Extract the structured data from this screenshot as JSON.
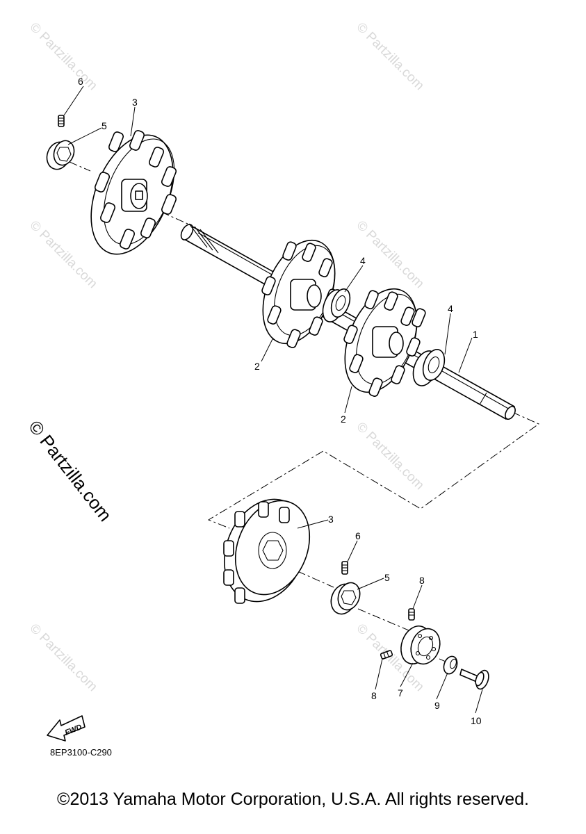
{
  "watermark": {
    "text": "© Partzilla.com",
    "color": "#d9d9d9"
  },
  "diagram": {
    "code": "8EP3100-C290",
    "fwd_label": "FWD",
    "callouts": {
      "c1": "1",
      "c2a": "2",
      "c2b": "2",
      "c3a": "3",
      "c3b": "3",
      "c4a": "4",
      "c4b": "4",
      "c5a": "5",
      "c5b": "5",
      "c6a": "6",
      "c6b": "6",
      "c7": "7",
      "c8a": "8",
      "c8b": "8",
      "c9": "9",
      "c10": "10"
    }
  },
  "footer": {
    "copyright": "©2013 Yamaha Motor Corporation, U.S.A. All rights reserved."
  }
}
